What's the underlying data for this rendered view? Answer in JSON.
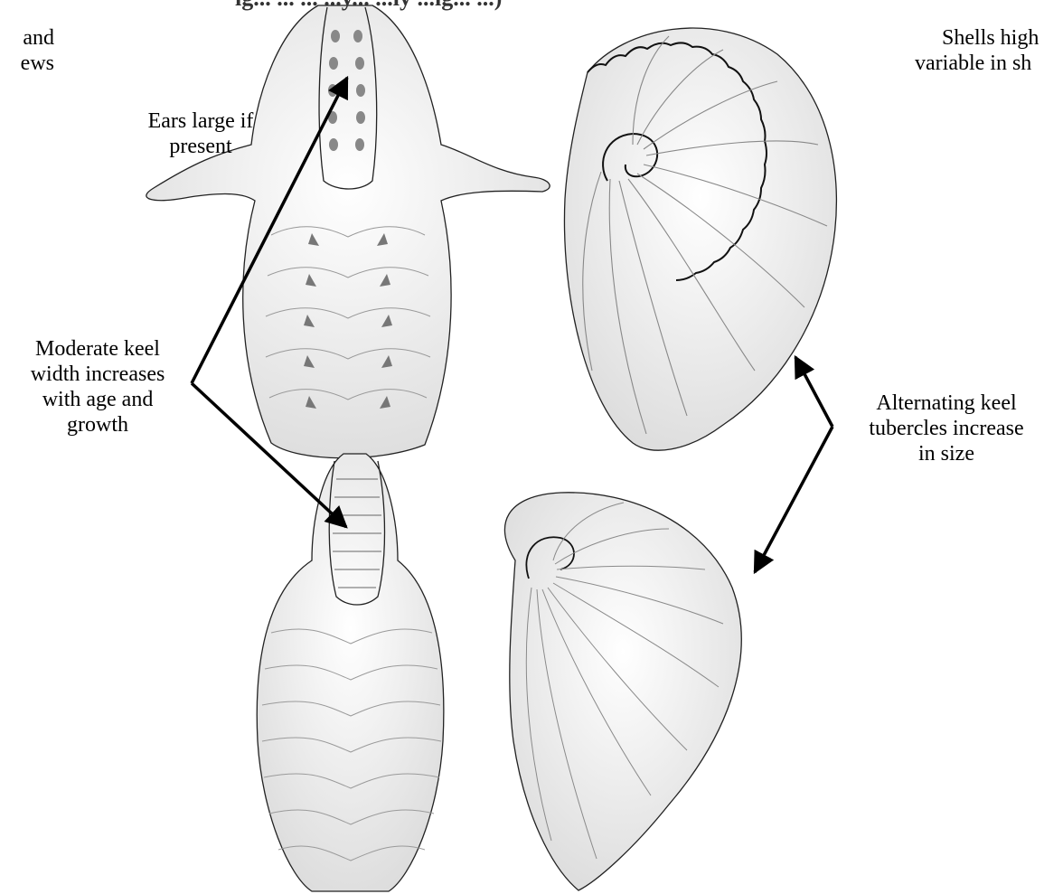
{
  "header": {
    "title_fragment": "ig... ... ... ...y... ...ly ...ig... ...)"
  },
  "labels": {
    "top_left_cutoff": [
      "and",
      "ews"
    ],
    "top_right_cutoff": [
      "Shells high",
      "variable in sh"
    ],
    "ears": [
      "Ears large if",
      "present"
    ],
    "keel_width": [
      "Moderate keel",
      "width increases",
      "with age and",
      "growth"
    ],
    "tubercles": [
      "Alternating keel",
      "tubercles increase",
      "in size"
    ]
  },
  "colors": {
    "ink": "#000000",
    "paper": "#ffffff",
    "shade": "#d6d6d6"
  },
  "illustrations": [
    "shell-front-view-with-ears-icon",
    "shell-side-view-coarse-ribs-icon",
    "shell-front-view-narrow-icon",
    "shell-side-view-fine-ribs-icon"
  ]
}
